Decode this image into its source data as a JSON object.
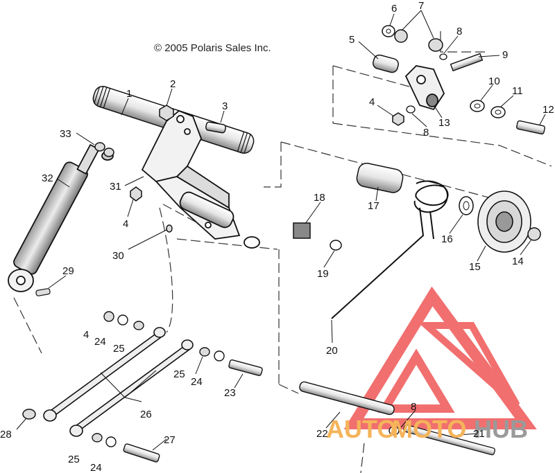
{
  "copyright": "© 2005 Polaris Sales Inc.",
  "watermark": {
    "part1": "AUTO",
    "part2": "MOTO",
    "part3": "HUB",
    "color_logo": "#ef5656",
    "color_auto": "#f5b45a",
    "color_hub": "#9a9a9a"
  },
  "callouts": {
    "c1": "1",
    "c2": "2",
    "c3": "3",
    "c4a": "4",
    "c4b": "4",
    "c4c": "4",
    "c5": "5",
    "c6": "6",
    "c7": "7",
    "c8a": "8",
    "c8b": "8",
    "c8c": "8",
    "c9": "9",
    "c10": "10",
    "c11": "11",
    "c12": "12",
    "c13": "13",
    "c14": "14",
    "c15": "15",
    "c16": "16",
    "c17": "17",
    "c18": "18",
    "c19": "19",
    "c20": "20",
    "c21": "21",
    "c22": "22",
    "c23": "23",
    "c24a": "24",
    "c24b": "24",
    "c24c": "24",
    "c25a": "25",
    "c25b": "25",
    "c25c": "25",
    "c26": "26",
    "c27": "27",
    "c28": "28",
    "c29": "29",
    "c30": "30",
    "c31": "31",
    "c32": "32",
    "c33": "33"
  }
}
